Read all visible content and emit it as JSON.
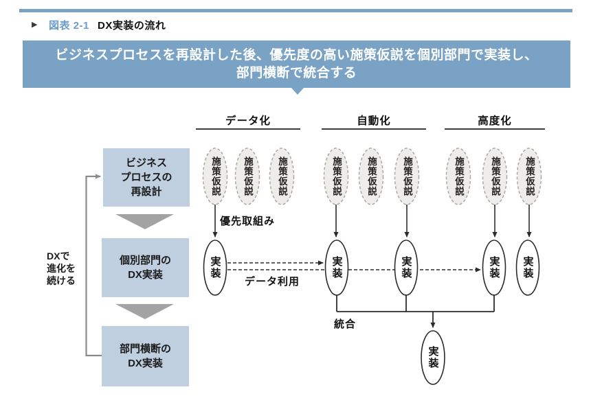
{
  "header": {
    "figure_label": "図表 2-1",
    "figure_title": "DX実装の流れ"
  },
  "banner": {
    "line1": "ビジネスプロセスを再設計した後、優先度の高い施策仮説を個別部門で実装し、",
    "line2": "部門横断で統合する"
  },
  "columns": [
    {
      "label": "データ化"
    },
    {
      "label": "自動化"
    },
    {
      "label": "高度化"
    }
  ],
  "left_flow": {
    "boxes": [
      {
        "label": "ビジネス\nプロセスの\n再設計"
      },
      {
        "label": "個別部門の\nDX実装"
      },
      {
        "label": "部門横断の\nDX実装"
      }
    ],
    "loop_label": "DXで\n進化を\n続ける"
  },
  "diagram": {
    "hypothesis_label": "施策仮説",
    "implementation_label": "実装",
    "annotations": {
      "priority": "優先取組み",
      "data_use": "データ利用",
      "integration": "統合"
    }
  },
  "colors": {
    "banner_blue": "#7aa2c5",
    "figure_label_blue": "#6b9dc9",
    "box_fill": "#bfcfdf",
    "flow_triangle_gray": "#a3a3a3",
    "loop_line_gray": "#8a8a8a",
    "line_black": "#2b2b2b",
    "hypothesis_fill": "#efedec",
    "hypothesis_border": "#aba69f"
  }
}
